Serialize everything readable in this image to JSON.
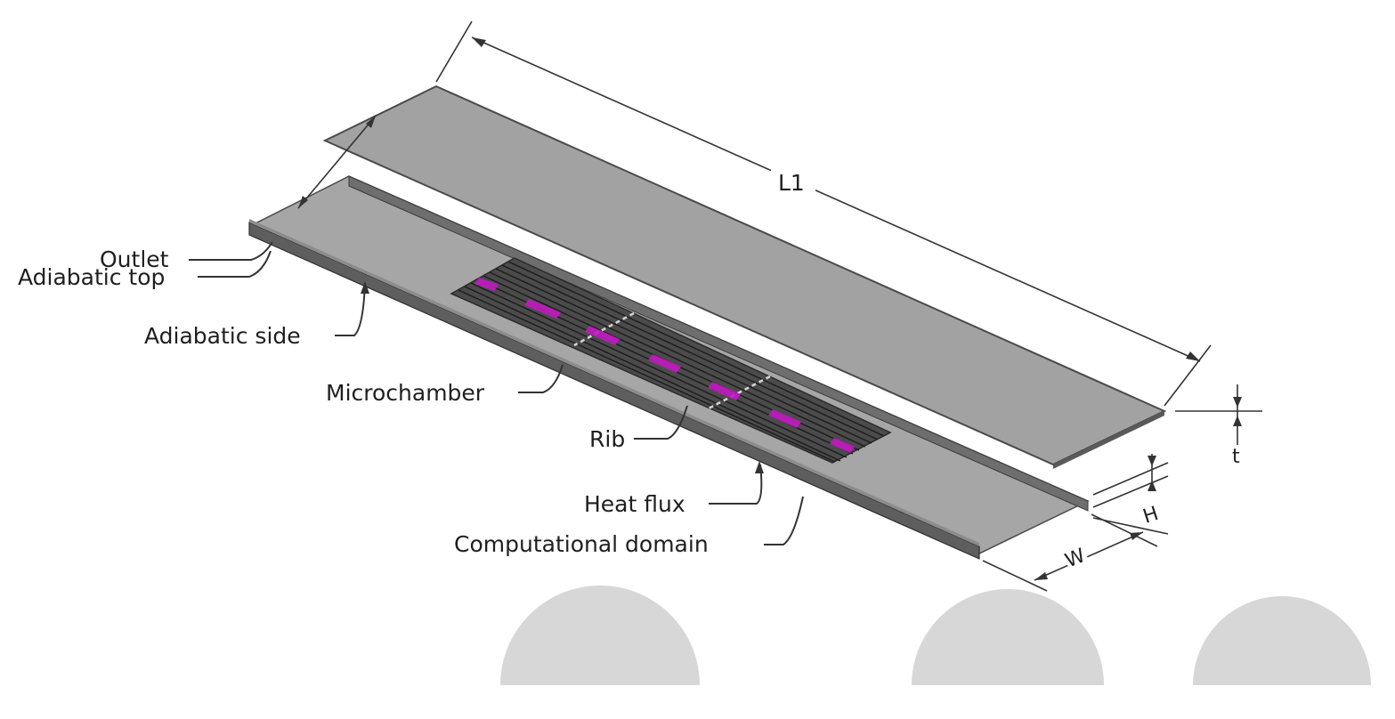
{
  "labels": {
    "outlet": "Outlet",
    "adiabatic_top": "Adiabatic top",
    "adiabatic_side": "Adiabatic side",
    "microchamber": "Microchamber",
    "rib": "Rib",
    "heat_flux": "Heat flux",
    "computational_domain": "Computational domain"
  },
  "dimensions": {
    "length": "L1",
    "thickness": "t",
    "height": "H",
    "width": "W"
  },
  "colors": {
    "plate": "#a2a2a2",
    "plate_edge": "#4a4a4a",
    "rail": "#6e6e6e",
    "rib": "#3c3c3c",
    "computational_domain": "#c21bc2",
    "background": "#ffffff"
  }
}
